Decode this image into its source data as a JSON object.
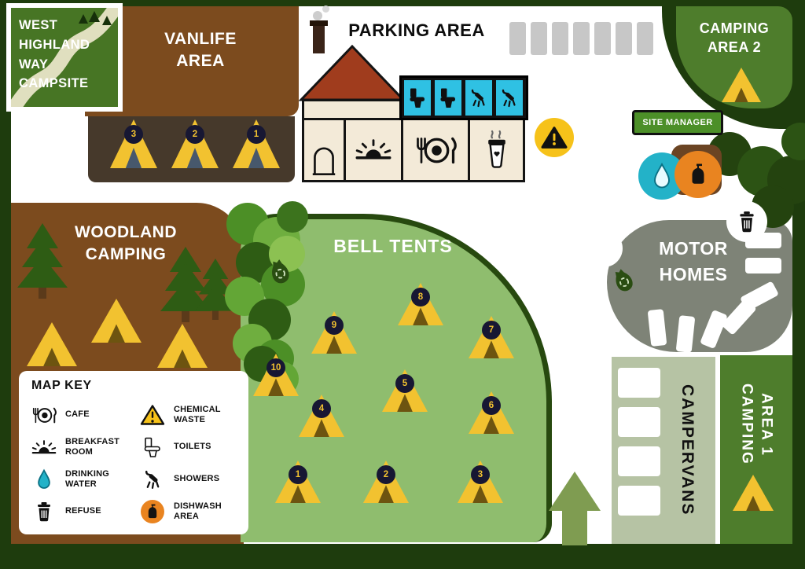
{
  "logo": {
    "line1": "WEST",
    "line2": "HIGHLAND",
    "line3": "WAY",
    "line4": "CAMPSITE"
  },
  "areas": {
    "vanlife": {
      "line1": "VANLIFE",
      "line2": "AREA"
    },
    "parking": {
      "title": "PARKING AREA"
    },
    "camping2": {
      "line1": "CAMPING",
      "line2": "AREA 2"
    },
    "woodland": {
      "line1": "WOODLAND",
      "line2": "CAMPING"
    },
    "bell": {
      "title": "BELL TENTS"
    },
    "motorhomes": {
      "line1": "MOTOR",
      "line2": "HOMES"
    },
    "campervans": {
      "title": "CAMPERVANS"
    },
    "camping1": {
      "line1": "CAMPING",
      "line2": "AREA 1"
    },
    "site_manager": {
      "title": "SITE MANAGER"
    }
  },
  "tents": {
    "vanlife": [
      "3",
      "2",
      "1"
    ],
    "bell": [
      "1",
      "2",
      "3",
      "4",
      "5",
      "6",
      "7",
      "8",
      "9",
      "10"
    ]
  },
  "map_key": {
    "title": "MAP KEY",
    "left": [
      {
        "icon": "cutlery-icon",
        "label": "CAFE"
      },
      {
        "icon": "sunrise-icon",
        "label": "BREAKFAST ROOM"
      },
      {
        "icon": "water-drop-icon",
        "label": "DRINKING WATER"
      },
      {
        "icon": "trash-icon",
        "label": "REFUSE"
      }
    ],
    "right": [
      {
        "icon": "warning-icon",
        "label": "CHEMICAL WASTE"
      },
      {
        "icon": "toilet-icon",
        "label": "TOILETS"
      },
      {
        "icon": "shower-icon",
        "label": "SHOWERS"
      },
      {
        "icon": "soap-bottle-icon",
        "label": "DISHWASH AREA"
      }
    ]
  },
  "icons": {
    "cutlery-icon": "svg-fork-plate-knife",
    "sunrise-icon": "svg-sunrise",
    "water-drop-icon": "svg-drop",
    "trash-icon": "svg-trash-can",
    "warning-icon": "svg-warning-triangle",
    "toilet-icon": "svg-toilet",
    "shower-icon": "svg-shower-head",
    "soap-bottle-icon": "svg-soap-bottle",
    "coffee-cup-icon": "svg-coffee-cup",
    "door-icon": "svg-door-arch",
    "tent-icon": "css-triangle-tent",
    "pine-tree-icon": "svg-pine",
    "litter-bag-icon": "svg-litter-bag",
    "entrance-arrow-icon": "svg-up-arrow"
  },
  "colors": {
    "background": "#1e3c0d",
    "woodland_brown": "#7c4b1e",
    "vanlife_strip": "#46392b",
    "bell_green": "#8fbd6e",
    "area_green": "#4e7d2c",
    "sign_green": "#4c8f28",
    "motorhome_gray": "#7e8377",
    "campervan_sage": "#b6c3a4",
    "tent_yellow": "#f2c230",
    "tent_number_navy": "#171733",
    "toilet_cyan": "#2fc1e3",
    "water_teal": "#23b2c8",
    "dishwash_orange": "#e98420",
    "roof_red": "#a03c1d",
    "arrow_olive": "#7f9c51",
    "parking_gray": "#c7c7c7",
    "tree_dark": "#24430f"
  }
}
